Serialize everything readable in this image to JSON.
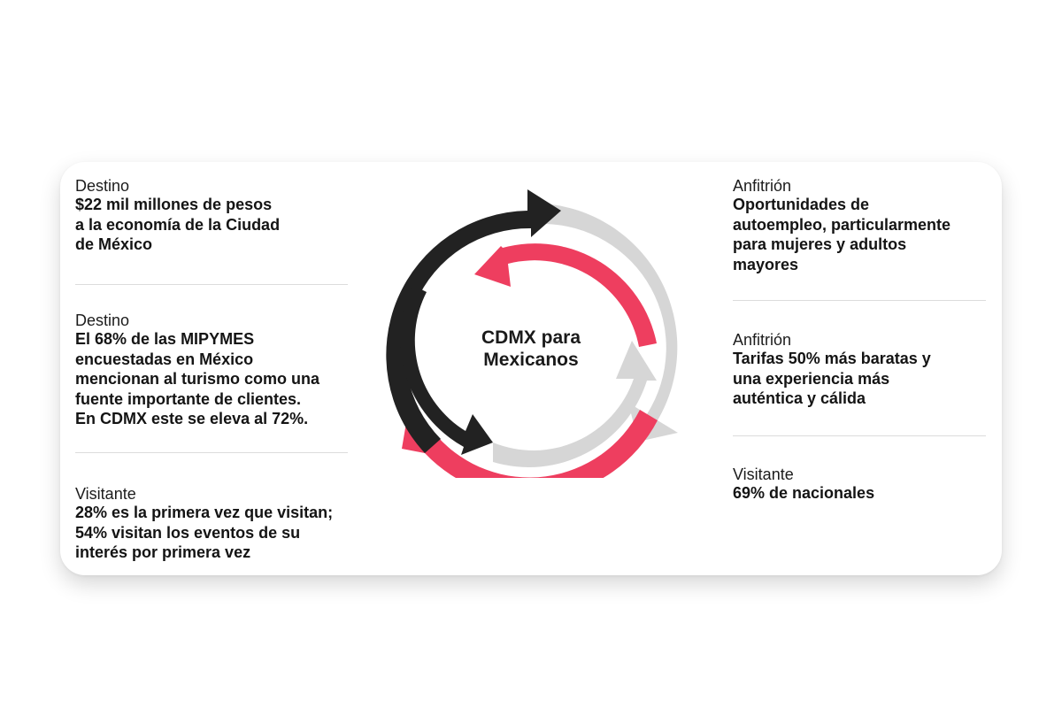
{
  "left": [
    {
      "label": "Destino",
      "value": "$22 mil millones de pesos\na la economía de la Ciudad\nde México"
    },
    {
      "label": "Destino",
      "value": "El 68% de las MIPYMES\nencuestadas en México\nmencionan al turismo como una\nfuente importante de clientes.\nEn CDMX este se eleva al 72%."
    },
    {
      "label": "Visitante",
      "value": "28% es la primera vez que visitan;\n54% visitan los eventos de su\ninterés por primera vez"
    }
  ],
  "right": [
    {
      "label": "Anfitrión",
      "value": "Oportunidades de\nautoempleo, particularmente\npara mujeres y adultos\nmayores"
    },
    {
      "label": "Anfitrión",
      "value": "Tarifas 50% más baratas y\nuna experiencia más\nauténtica y cálida"
    },
    {
      "label": "Visitante",
      "value": "69% de nacionales"
    }
  ],
  "center": {
    "title": "CDMX para\nMexicanos"
  },
  "colors": {
    "black_arrow": "#222222",
    "gray_arrow": "#d6d6d6",
    "pink_arrow": "#ee3e5f"
  }
}
